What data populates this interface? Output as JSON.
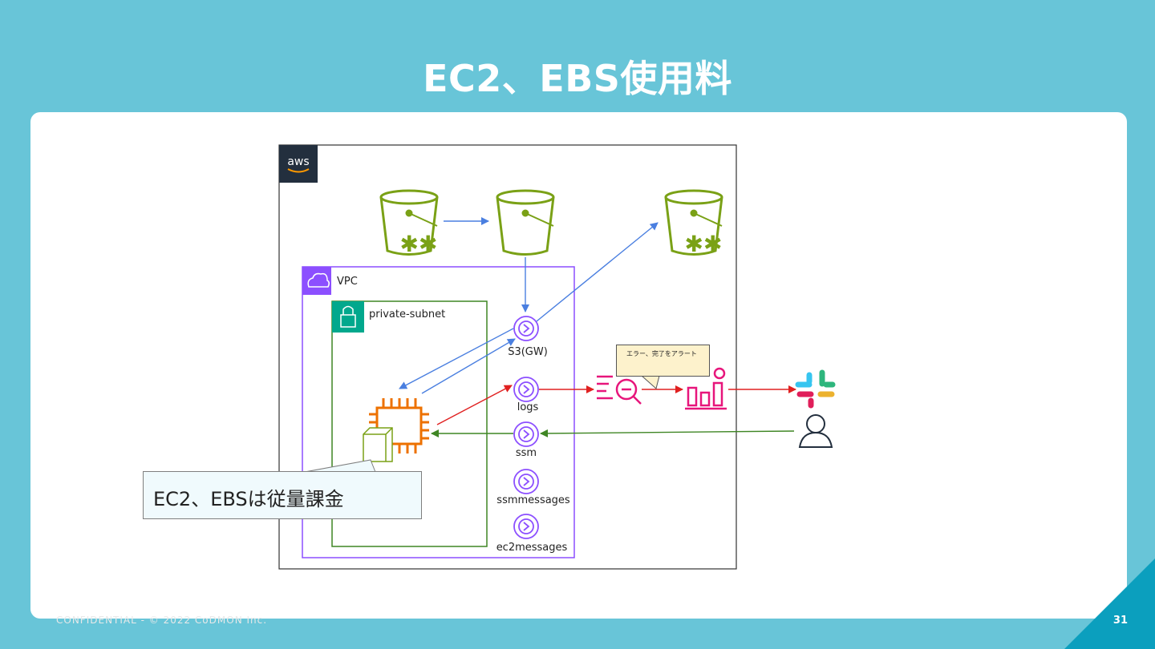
{
  "title": "EC2、EBS使用料",
  "footer": "CONFIDENTIAL - © 2022 CoDMON Inc.",
  "page_number": "31",
  "diagram": {
    "aws_logo": "aws",
    "vpc_label": "VPC",
    "subnet_label": "private-subnet",
    "endpoints": [
      "S3(GW)",
      "logs",
      "ssm",
      "ssmmessages",
      "ec2messages"
    ],
    "alert_note": "エラー、完了をアラート",
    "callout": "EC2、EBSは従量課金"
  },
  "colors": {
    "background": "#68c5d8",
    "s3_bucket": "#7aa116",
    "vpc_border": "#8c4fff",
    "subnet_border": "#3f8624",
    "endpoint": "#8c4fff",
    "ec2": "#ed7100",
    "monitoring": "#e7157b",
    "arrow_blue": "#4a7fe0",
    "arrow_red": "#e02020",
    "arrow_green": "#3f8624"
  }
}
